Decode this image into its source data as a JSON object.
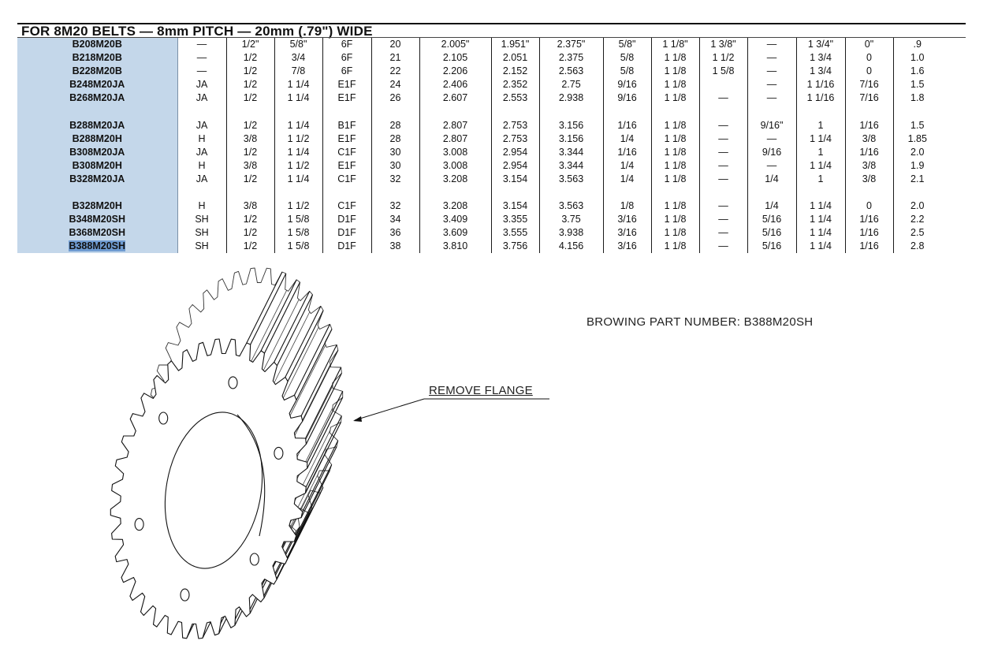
{
  "table": {
    "title": "FOR 8M20 BELTS — 8mm PITCH — 20mm (.79\") WIDE",
    "rows": [
      [
        "B208M20B",
        "—",
        "1/2\"",
        "5/8\"",
        "6F",
        "20",
        "2.005\"",
        "1.951\"",
        "2.375\"",
        "5/8\"",
        "1 1/8\"",
        "1 3/8\"",
        "—",
        "1 3/4\"",
        "0\"",
        ".9"
      ],
      [
        "B218M20B",
        "—",
        "1/2",
        "3/4",
        "6F",
        "21",
        "2.105",
        "2.051",
        "2.375",
        "5/8",
        "1 1/8",
        "1 1/2",
        "—",
        "1 3/4",
        "0",
        "1.0"
      ],
      [
        "B228M20B",
        "—",
        "1/2",
        "7/8",
        "6F",
        "22",
        "2.206",
        "2.152",
        "2.563",
        "5/8",
        "1 1/8",
        "1 5/8",
        "—",
        "1 3/4",
        "0",
        "1.6"
      ],
      [
        "B248M20JA",
        "JA",
        "1/2",
        "1 1/4",
        "E1F",
        "24",
        "2.406",
        "2.352",
        "2.75",
        "9/16",
        "1 1/8",
        "",
        "—",
        "1 1/16",
        "7/16",
        "1.5"
      ],
      [
        "B268M20JA",
        "JA",
        "1/2",
        "1 1/4",
        "E1F",
        "26",
        "2.607",
        "2.553",
        "2.938",
        "9/16",
        "1 1/8",
        "—",
        "—",
        "1 1/16",
        "7/16",
        "1.8"
      ],
      [],
      [
        "B288M20JA",
        "JA",
        "1/2",
        "1 1/4",
        "B1F",
        "28",
        "2.807",
        "2.753",
        "3.156",
        "1/16",
        "1 1/8",
        "—",
        "9/16\"",
        "1",
        "1/16",
        "1.5"
      ],
      [
        "B288M20H",
        "H",
        "3/8",
        "1 1/2",
        "E1F",
        "28",
        "2.807",
        "2.753",
        "3.156",
        "1/4",
        "1 1/8",
        "—",
        "—",
        "1 1/4",
        "3/8",
        "1.85"
      ],
      [
        "B308M20JA",
        "JA",
        "1/2",
        "1 1/4",
        "C1F",
        "30",
        "3.008",
        "2.954",
        "3.344",
        "1/16",
        "1 1/8",
        "—",
        "9/16",
        "1",
        "1/16",
        "2.0"
      ],
      [
        "B308M20H",
        "H",
        "3/8",
        "1 1/2",
        "E1F",
        "30",
        "3.008",
        "2.954",
        "3.344",
        "1/4",
        "1 1/8",
        "—",
        "—",
        "1 1/4",
        "3/8",
        "1.9"
      ],
      [
        "B328M20JA",
        "JA",
        "1/2",
        "1 1/4",
        "C1F",
        "32",
        "3.208",
        "3.154",
        "3.563",
        "1/4",
        "1 1/8",
        "—",
        "1/4",
        "1",
        "3/8",
        "2.1"
      ],
      [],
      [
        "B328M20H",
        "H",
        "3/8",
        "1 1/2",
        "C1F",
        "32",
        "3.208",
        "3.154",
        "3.563",
        "1/8",
        "1 1/8",
        "—",
        "1/4",
        "1 1/4",
        "0",
        "2.0"
      ],
      [
        "B348M20SH",
        "SH",
        "1/2",
        "1 5/8",
        "D1F",
        "34",
        "3.409",
        "3.355",
        "3.75",
        "3/16",
        "1 1/8",
        "—",
        "5/16",
        "1 1/4",
        "1/16",
        "2.2"
      ],
      [
        "B368M20SH",
        "SH",
        "1/2",
        "1 5/8",
        "D1F",
        "36",
        "3.609",
        "3.555",
        "3.938",
        "3/16",
        "1 1/8",
        "—",
        "5/16",
        "1 1/4",
        "1/16",
        "2.5"
      ],
      [
        "B388M20SH",
        "SH",
        "1/2",
        "1 5/8",
        "D1F",
        "38",
        "3.810",
        "3.756",
        "4.156",
        "3/16",
        "1 1/8",
        "—",
        "5/16",
        "1 1/4",
        "1/16",
        "2.8"
      ]
    ],
    "highlighted_part": "B388M20SH",
    "highlight_color": "#6f9bd1",
    "partnum_column_color": "#c4d7ea"
  },
  "drawing": {
    "part_number_label": "BROWING PART NUMBER: B388M20SH",
    "callout": "REMOVE FLANGE"
  }
}
